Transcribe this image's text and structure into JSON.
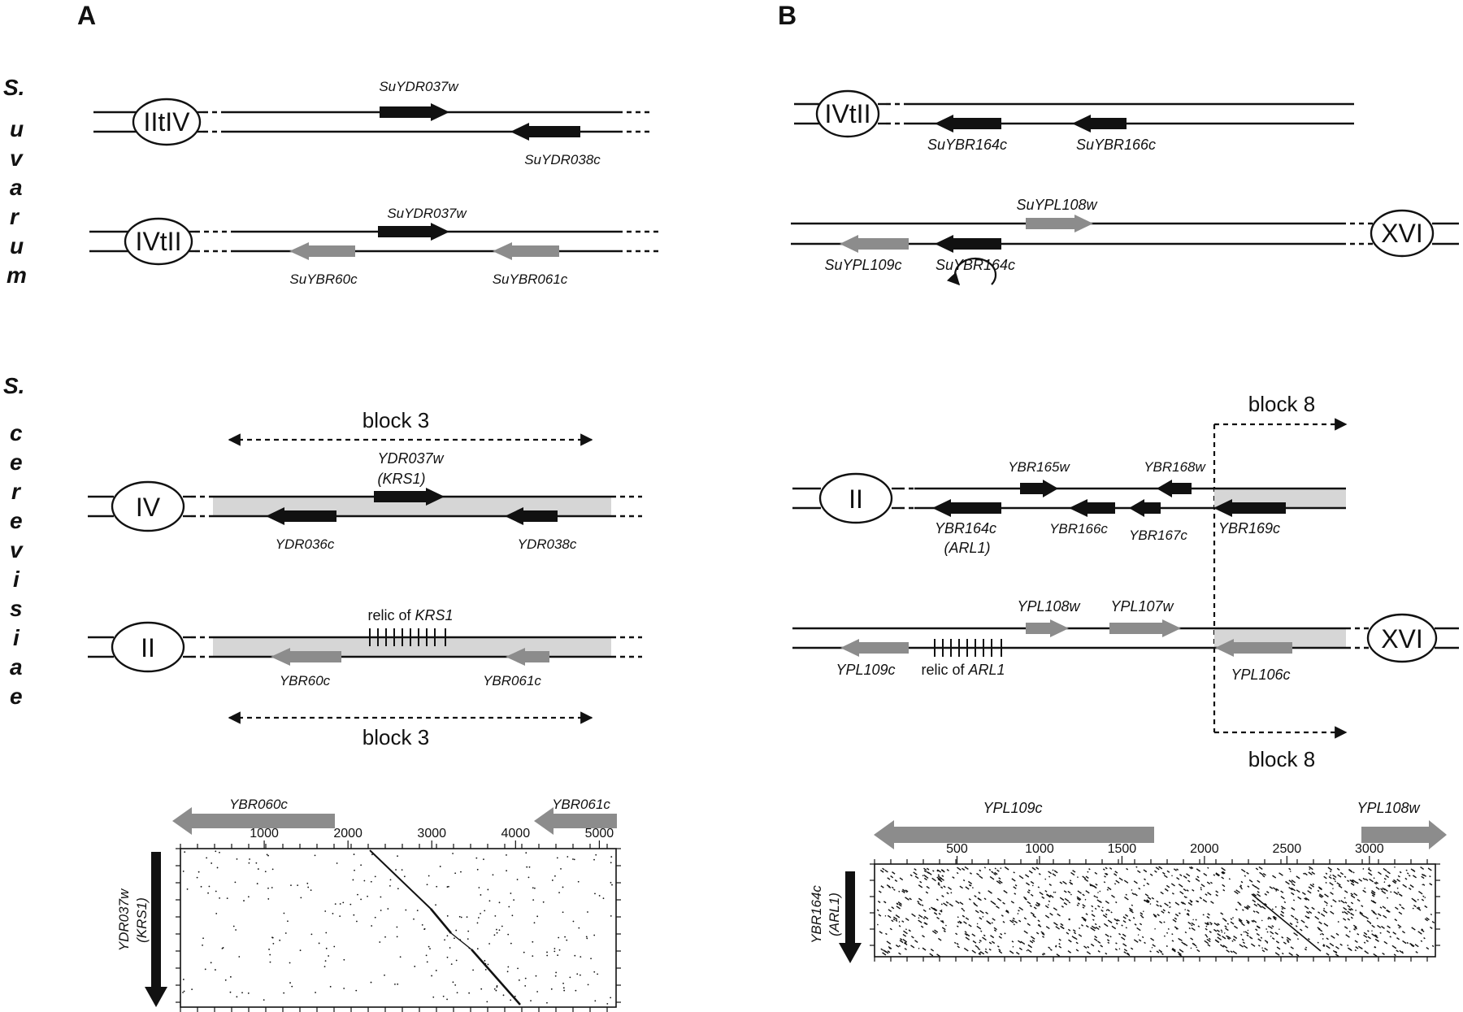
{
  "panels": {
    "a": "A",
    "b": "B"
  },
  "species": {
    "uvarum": [
      "S.",
      "u",
      "v",
      "a",
      "r",
      "u",
      "m"
    ],
    "cerevisiae": [
      "S.",
      "c",
      "e",
      "r",
      "e",
      "v",
      "i",
      "s",
      "i",
      "a",
      "e"
    ]
  },
  "chromosomes": {
    "a_u1": "IItIV",
    "a_u2": "IVtII",
    "a_c1": "IV",
    "a_c2": "II",
    "b_u1": "IVtII",
    "b_u2": "XVI",
    "b_c1": "II",
    "b_c2": "XVI"
  },
  "genes": {
    "a_u1_top": "SuYDR037w",
    "a_u1_bot": "SuYDR038c",
    "a_u2_top": "SuYDR037w",
    "a_u2_bot1": "SuYBR60c",
    "a_u2_bot2": "SuYBR061c",
    "a_c1_top": "YDR037w",
    "a_c1_top_paren": "(KRS1)",
    "a_c1_bot1": "YDR036c",
    "a_c1_bot2": "YDR038c",
    "a_c2_bot1": "YBR60c",
    "a_c2_bot2": "YBR061c",
    "b_u1_bot1": "SuYBR164c",
    "b_u1_bot2": "SuYBR166c",
    "b_u2_top": "SuYPL108w",
    "b_u2_bot1": "SuYPL109c",
    "b_u2_bot2": "SuYBR164c",
    "b_c1_top1": "YBR165w",
    "b_c1_top2": "YBR168w",
    "b_c1_bot1": "YBR164c",
    "b_c1_bot1_paren": "(ARL1)",
    "b_c1_bot2": "YBR166c",
    "b_c1_bot3": "YBR167c",
    "b_c1_bot4": "YBR169c",
    "b_c2_top1": "YPL108w",
    "b_c2_top2": "YPL107w",
    "b_c2_bot1": "YPL109c",
    "b_c2_bot2": "YPL106c"
  },
  "relics": {
    "a_prefix": "relic of ",
    "a_name": "KRS1",
    "b_prefix": "relic of ",
    "b_name": "ARL1"
  },
  "blocks": {
    "a_top": "block 3",
    "a_bot": "block 3",
    "b_top": "block 8",
    "b_bot": "block 8"
  },
  "dotplot_a": {
    "x_gene_left": "YBR060c",
    "x_gene_right": "YBR061c",
    "y_gene": "YDR037w",
    "y_gene_paren": "(KRS1)",
    "ticks": [
      1000,
      2000,
      3000,
      4000,
      5000
    ],
    "tick_labels": [
      "1000",
      "2000",
      "3000",
      "4000",
      "5000"
    ]
  },
  "dotplot_b": {
    "x_gene_left": "YPL109c",
    "x_gene_right": "YPL108w",
    "y_gene": "YBR164c",
    "y_gene_paren": "(ARL1)",
    "ticks": [
      500,
      1000,
      1500,
      2000,
      2500,
      3000
    ],
    "tick_labels": [
      "500",
      "1000",
      "1500",
      "2000",
      "2500",
      "3000"
    ]
  },
  "colors": {
    "black_gene": "#111111",
    "grey_gene": "#8c8c8c",
    "shade": "#d6d6d6"
  }
}
